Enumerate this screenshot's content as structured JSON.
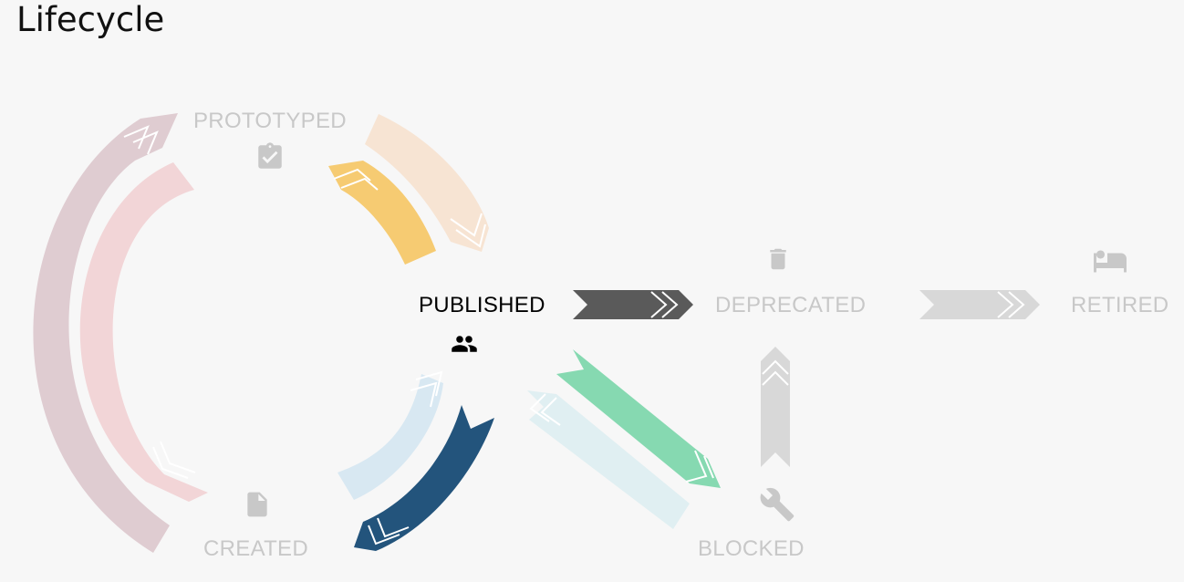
{
  "title": "Lifecycle",
  "states": {
    "prototyped": {
      "label": "PROTOTYPED",
      "icon": "clipboard-check-icon"
    },
    "published": {
      "label": "PUBLISHED",
      "icon": "users-icon",
      "active": true
    },
    "deprecated": {
      "label": "DEPRECATED",
      "icon": "trash-icon"
    },
    "retired": {
      "label": "RETIRED",
      "icon": "bed-icon"
    },
    "created": {
      "label": "CREATED",
      "icon": "document-icon"
    },
    "blocked": {
      "label": "BLOCKED",
      "icon": "wrench-icon"
    }
  },
  "colors": {
    "inactive_text": "#c8c8c8",
    "active_text": "#000000",
    "created_to_prototyped": "#dfccd1",
    "prototyped_to_created": "#f2d5d7",
    "prototyped_to_published": "#f7e4d3",
    "published_to_prototyped": "#f6cb72",
    "created_to_published": "#d8e8f2",
    "published_to_created": "#23547c",
    "blocked_to_published": "#e0eff2",
    "published_to_blocked": "#86d9b1",
    "published_to_deprecated": "#5a5a5a",
    "deprecated_to_retired": "#d8d8d8",
    "blocked_to_deprecated": "#d8d8d8"
  }
}
